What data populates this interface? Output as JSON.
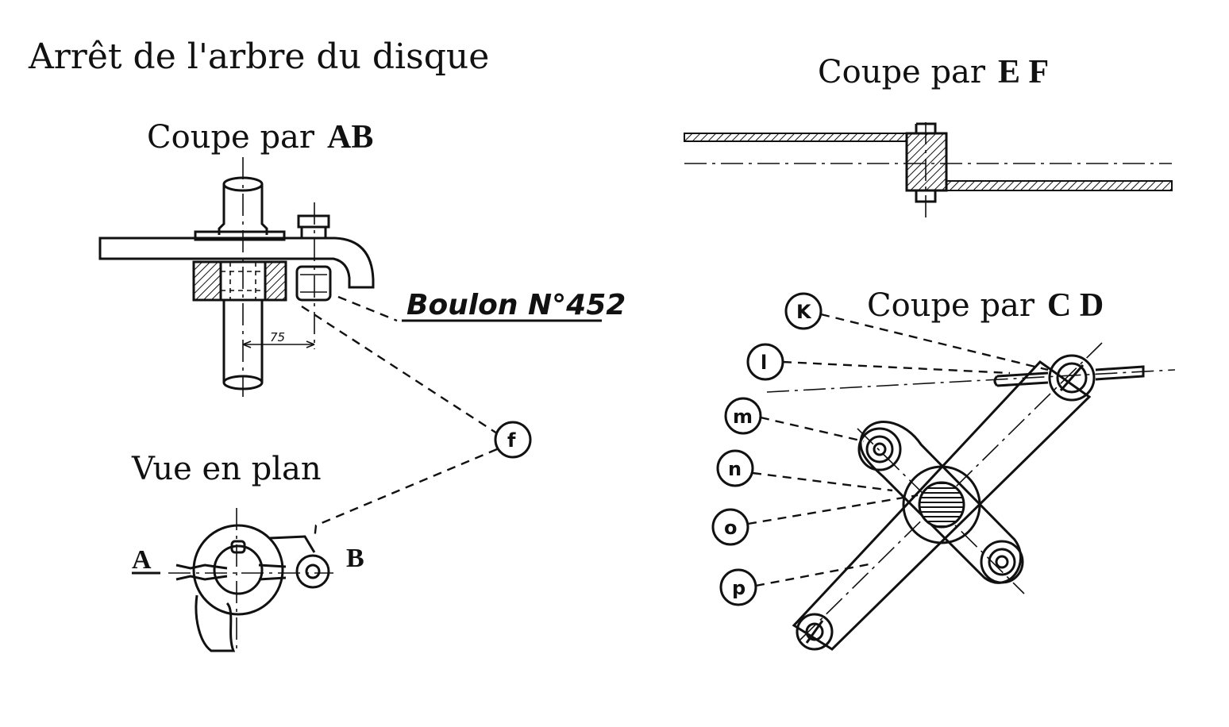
{
  "title": "Arrêt de l'arbre du disque",
  "section_ab": {
    "prefix": "Coupe par",
    "letters": "AB"
  },
  "section_ef": {
    "prefix": "Coupe par",
    "letters": "E F"
  },
  "section_cd": {
    "prefix": "Coupe par",
    "letters": "C D"
  },
  "plan_view": {
    "title": "Vue en plan",
    "label_a": "A",
    "label_b": "B"
  },
  "bolt_label": "Boulon N°452",
  "dimension": "75",
  "callouts": {
    "f": "f",
    "k": "K",
    "l": "l",
    "m": "m",
    "n": "n",
    "o": "o",
    "p": "p"
  }
}
